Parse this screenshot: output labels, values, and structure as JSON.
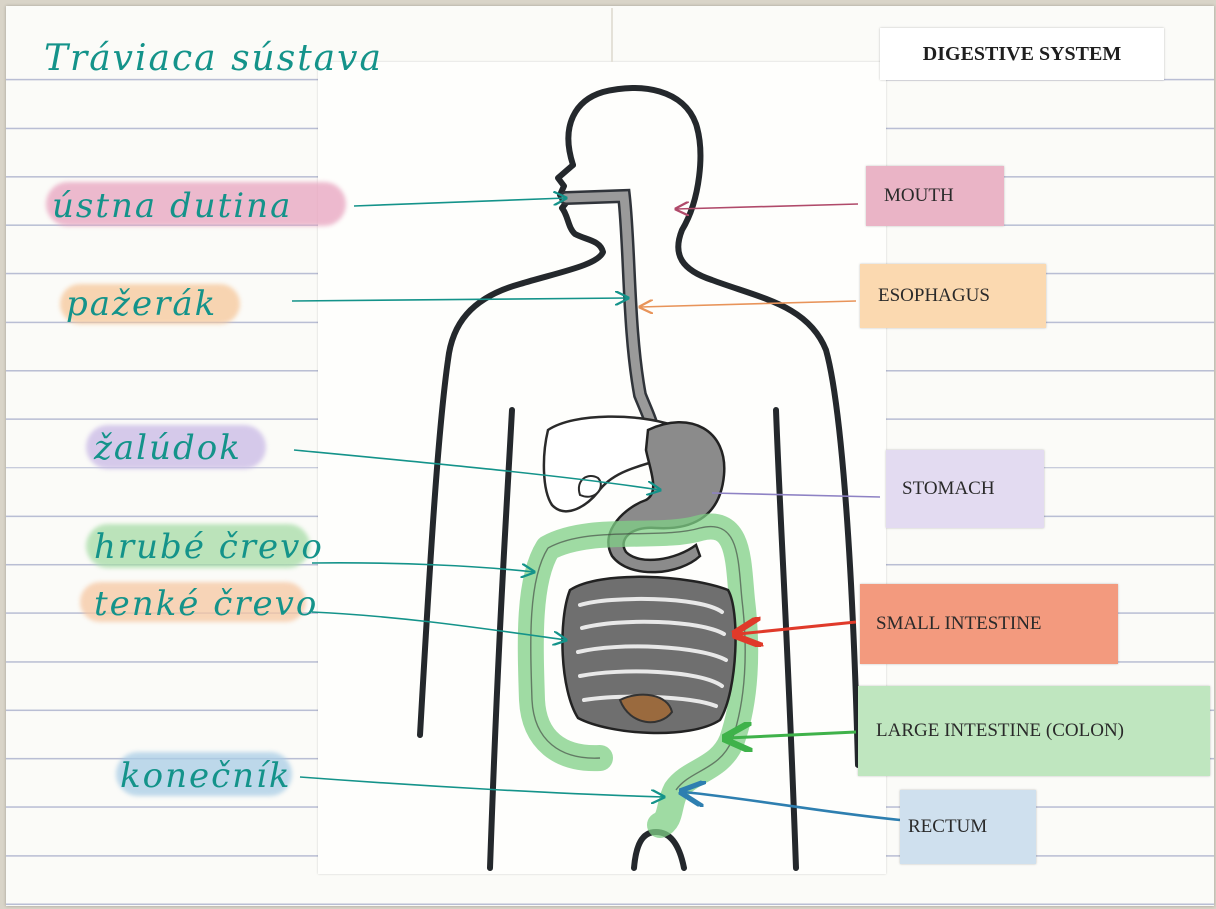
{
  "slovak_title": "Tráviaca sústava",
  "english_title": "DIGESTIVE SYSTEM",
  "slovak_labels": {
    "mouth": "ústna dutina",
    "esophagus": "pažerák",
    "stomach": "žalúdok",
    "large_intestine": "hrubé črevo",
    "small_intestine": "tenké črevo",
    "rectum": "konečník"
  },
  "english_labels": {
    "mouth": "MOUTH",
    "esophagus": "ESOPHAGUS",
    "stomach": "STOMACH",
    "small_intestine": "SMALL INTESTINE",
    "large_intestine": "LARGE INTESTINE (COLON)",
    "rectum": "RECTUM"
  },
  "colors": {
    "mouth": "#d98aa6",
    "esophagus": "#f2c08a",
    "stomach": "#b9a8d8",
    "small_intestine": "#ee7a5e",
    "large_intestine": "#8fd08f",
    "rectum": "#9fc3dc",
    "handwriting": "#14938a"
  }
}
